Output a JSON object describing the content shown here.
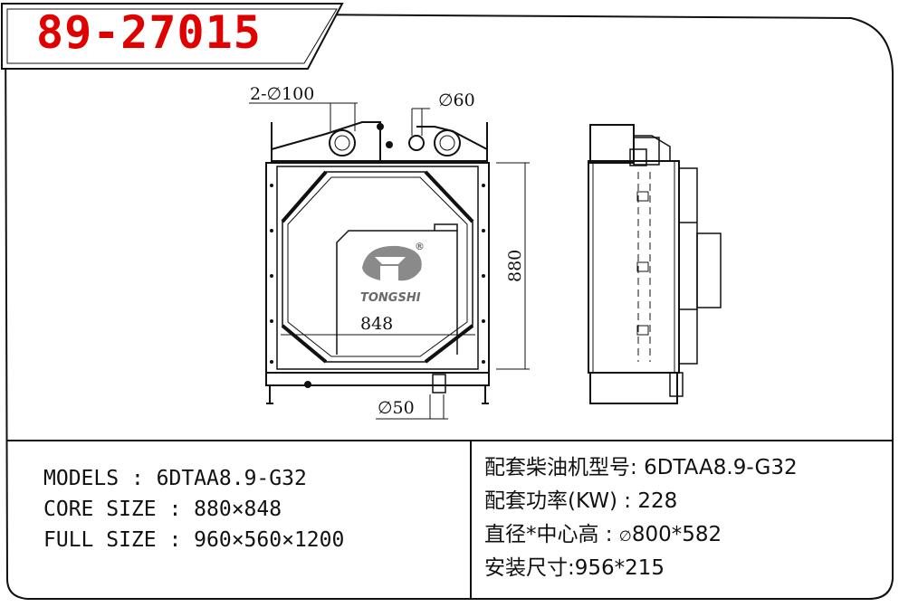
{
  "header": {
    "code": "89-27015"
  },
  "drawing": {
    "dim_inlets": "2-∅100",
    "dim_cap": "∅60",
    "dim_height": "880",
    "dim_width": "848",
    "dim_outlet": "∅50",
    "logo": "TONGSHI",
    "logo_mark": "®"
  },
  "specs_left": [
    {
      "label": "MODELS",
      "value": "6DTAA8.9-G32"
    },
    {
      "label": "CORE SIZE",
      "value": "880×848"
    },
    {
      "label": "FULL SIZE",
      "value": "960×560×1200"
    }
  ],
  "specs_right": [
    {
      "label": "配套柴油机型号:",
      "value": "6DTAA8.9-G32"
    },
    {
      "label": "配套功率(KW)",
      "value": "228"
    },
    {
      "label": "直径*中心高",
      "value_prefix": "∅",
      "value": "800*582"
    },
    {
      "label": "安装尺寸:",
      "value": "956*215"
    }
  ],
  "colors": {
    "title": "#e00000",
    "line": "#111111",
    "logo": "#6a6a6a"
  }
}
